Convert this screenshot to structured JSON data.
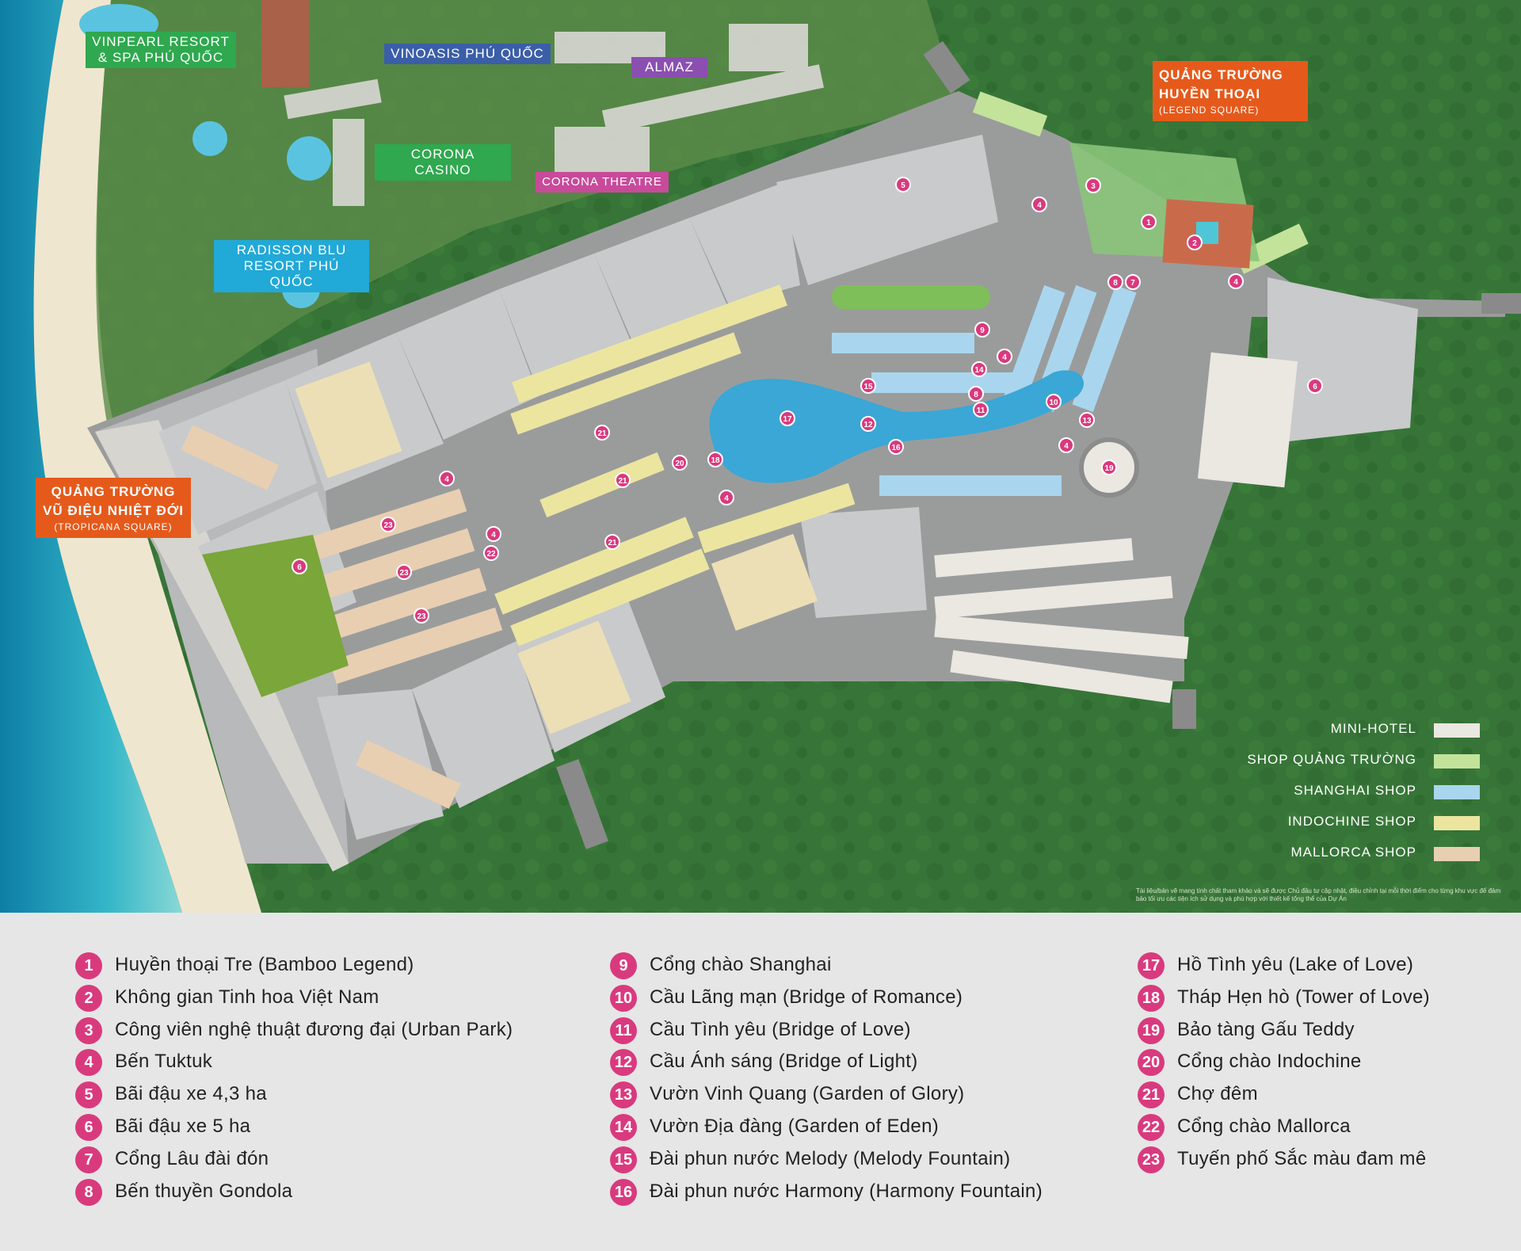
{
  "map": {
    "callouts": {
      "vinpearl": "VINPEARL RESORT & SPA PHÚ QUỐC",
      "vinoasis": "VINOASIS PHÚ QUỐC",
      "almaz": "ALMAZ",
      "corona_casino": "CORONA CASINO",
      "corona_theatre": "CORONA THEATRE",
      "radisson": "RADISSON BLU RESORT PHÚ QUỐC",
      "legend_square_title": "QUẢNG TRƯỜNG HUYỀN THOẠI",
      "legend_square_sub": "(LEGEND SQUARE)",
      "tropicana_title": "QUẢNG TRƯỜNG VŨ ĐIỆU NHIỆT ĐỚI",
      "tropicana_sub": "(TROPICANA SQUARE)"
    },
    "pins": [
      "1",
      "2",
      "3",
      "4",
      "4",
      "4",
      "4",
      "4",
      "4",
      "4",
      "5",
      "6",
      "6",
      "7",
      "8",
      "8",
      "9",
      "10",
      "11",
      "12",
      "13",
      "14",
      "15",
      "16",
      "17",
      "18",
      "19",
      "20",
      "21",
      "21",
      "21",
      "22",
      "23",
      "23",
      "23"
    ],
    "colors": {
      "mini_hotel": "#ebe7e1",
      "shop_quang_truong": "#c3e39b",
      "shanghai_shop": "#a9d6ee",
      "indochine_shop": "#ece5a0",
      "mallorca_shop": "#e8cfb2",
      "pin": "#d93a7e",
      "callout_orange": "#e55a1b",
      "callout_green": "#2fa84f",
      "callout_blue": "#3b5ea8",
      "callout_purple": "#8a4fb0",
      "callout_pink": "#c84a9b",
      "callout_cyan": "#21a9d8"
    },
    "building_legend": [
      {
        "label": "MINI-HOTEL",
        "color": "#ebe7e1"
      },
      {
        "label": "SHOP QUẢNG TRƯỜNG",
        "color": "#c3e39b"
      },
      {
        "label": "SHANGHAI SHOP",
        "color": "#a9d6ee"
      },
      {
        "label": "INDOCHINE SHOP",
        "color": "#ece5a0"
      },
      {
        "label": "MALLORCA SHOP",
        "color": "#e8cfb2"
      }
    ],
    "disclaimer": "Tài liệu/bản vẽ mang tính chất tham khảo và sẽ được Chủ đầu tư cập nhật, điều chỉnh tại mỗi thời điểm cho từng khu vực để đảm bảo tối ưu các tiện ích sử dụng và phù hợp với thiết kế tổng thể của Dự Án"
  },
  "key": {
    "col1": [
      {
        "n": "1",
        "t": "Huyền thoại Tre (Bamboo Legend)"
      },
      {
        "n": "2",
        "t": "Không gian Tinh hoa Việt Nam"
      },
      {
        "n": "3",
        "t": "Công viên nghệ thuật đương đại (Urban Park)"
      },
      {
        "n": "4",
        "t": "Bến Tuktuk"
      },
      {
        "n": "5",
        "t": "Bãi đậu xe 4,3 ha"
      },
      {
        "n": "6",
        "t": "Bãi đậu xe 5 ha"
      },
      {
        "n": "7",
        "t": "Cổng Lâu đài đón"
      },
      {
        "n": "8",
        "t": "Bến thuyền Gondola"
      }
    ],
    "col2": [
      {
        "n": "9",
        "t": "Cổng chào Shanghai"
      },
      {
        "n": "10",
        "t": "Cầu Lãng mạn (Bridge of Romance)"
      },
      {
        "n": "11",
        "t": "Cầu Tình yêu (Bridge of Love)"
      },
      {
        "n": "12",
        "t": "Cầu Ánh sáng (Bridge of Light)"
      },
      {
        "n": "13",
        "t": "Vườn Vinh Quang (Garden of Glory)"
      },
      {
        "n": "14",
        "t": "Vườn Địa đàng (Garden of Eden)"
      },
      {
        "n": "15",
        "t": "Đài phun nước Melody (Melody Fountain)"
      },
      {
        "n": "16",
        "t": "Đài phun nước Harmony (Harmony Fountain)"
      }
    ],
    "col3": [
      {
        "n": "17",
        "t": "Hồ Tình yêu (Lake of Love)"
      },
      {
        "n": "18",
        "t": "Tháp Hẹn hò (Tower of Love)"
      },
      {
        "n": "19",
        "t": "Bảo tàng Gấu Teddy"
      },
      {
        "n": "20",
        "t": "Cổng chào Indochine"
      },
      {
        "n": "21",
        "t": "Chợ đêm"
      },
      {
        "n": "22",
        "t": "Cổng chào Mallorca"
      },
      {
        "n": "23",
        "t": "Tuyến phố Sắc màu đam mê"
      }
    ]
  }
}
